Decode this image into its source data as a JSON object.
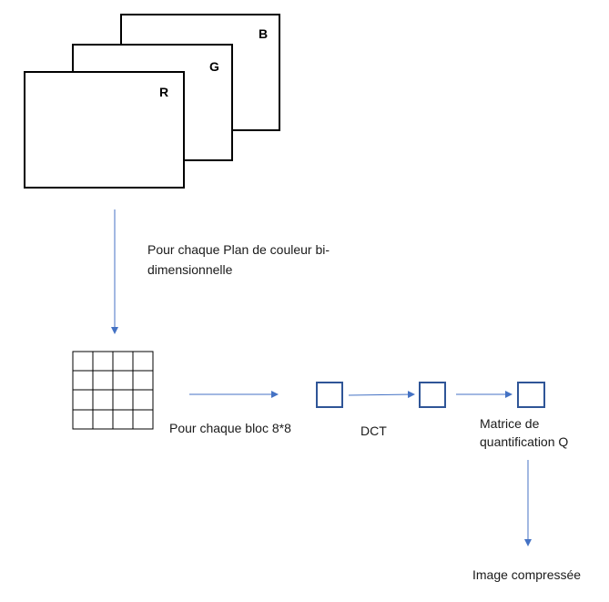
{
  "planes": [
    {
      "label": "B"
    },
    {
      "label": "G"
    },
    {
      "label": "R"
    }
  ],
  "captions": {
    "per_plane_line1": "Pour chaque Plan de couleur bi-",
    "per_plane_line2": "dimensionnelle",
    "per_block": "Pour chaque bloc 8*8",
    "dct": "DCT",
    "quant_line1": "Matrice de",
    "quant_line2": "quantification Q",
    "output": "Image compressée"
  },
  "colors": {
    "arrow": "#4472C4",
    "block_border": "#2F5597",
    "plane_border": "#000000"
  }
}
